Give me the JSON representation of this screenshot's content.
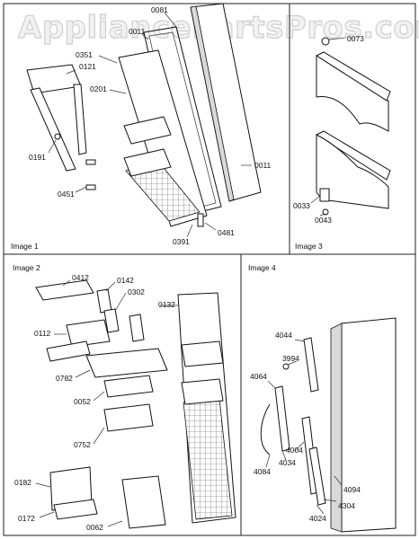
{
  "watermark": "AppliancePartsPros.com",
  "panels": {
    "image1": "Image 1",
    "image2": "Image 2",
    "image3": "Image 3",
    "image4": "Image 4"
  },
  "labels": {
    "p0081": "0081",
    "p0011a": "0011",
    "p0351": "0351",
    "p0121": "0121",
    "p0201": "0201",
    "p0191": "0191",
    "p0451": "0451",
    "p0011b": "0011",
    "p0391": "0391",
    "p0481": "0481",
    "p0073": "0073",
    "p0033": "0033",
    "p0043": "0043",
    "p0412": "0412",
    "p0142": "0142",
    "p0302": "0302",
    "p0132": "0132",
    "p0112": "0112",
    "p0782": "0782",
    "p0052": "0052",
    "p0752": "0752",
    "p0182": "0182",
    "p0172": "0172",
    "p0062": "0062",
    "p4044": "4044",
    "p3994": "3994",
    "p4064": "4064",
    "p4004": "4004",
    "p4084": "4084",
    "p4034": "4034",
    "p4094": "4094",
    "p4304": "4304",
    "p4024": "4024"
  }
}
